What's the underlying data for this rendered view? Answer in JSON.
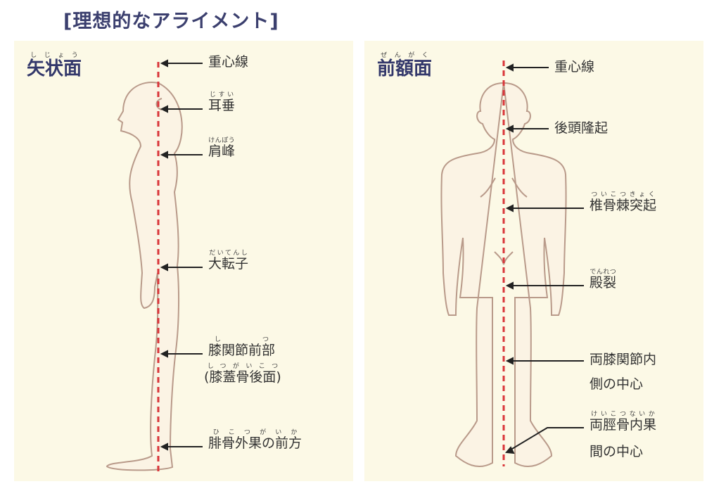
{
  "title": "[理想的なアライメント]",
  "sagittal": {
    "plane": {
      "text": "矢状面",
      "ruby": "しじょう"
    },
    "labels": [
      {
        "text": "重心線",
        "ruby": ""
      },
      {
        "text": "耳垂",
        "ruby": "じすい"
      },
      {
        "text": "肩峰",
        "ruby": "けんぽう"
      },
      {
        "text": "大転子",
        "ruby": "だいてんし"
      },
      {
        "text": "膝関節前部",
        "ruby": "しつ"
      },
      {
        "text": "(膝蓋骨後面)",
        "ruby": "しつがいこつ"
      },
      {
        "text": "腓骨外果の前方",
        "ruby": "ひこつがいか"
      }
    ]
  },
  "frontal": {
    "plane": {
      "text": "前額面",
      "ruby": "ぜんがく"
    },
    "labels": [
      {
        "text": "重心線",
        "ruby": ""
      },
      {
        "text": "後頭隆起",
        "ruby": ""
      },
      {
        "text": "椎骨棘突起",
        "ruby": "ついこつきょく"
      },
      {
        "text": "殿裂",
        "ruby": "でんれつ"
      },
      {
        "text": "両膝関節内",
        "ruby": ""
      },
      {
        "text": "側の中心",
        "ruby": ""
      },
      {
        "text": "両脛骨内果",
        "ruby": "けいこつないか"
      },
      {
        "text": "間の中心",
        "ruby": ""
      }
    ]
  },
  "colors": {
    "line": "#d9363a",
    "outline": "#b99a8a",
    "plane": "#33386b"
  }
}
